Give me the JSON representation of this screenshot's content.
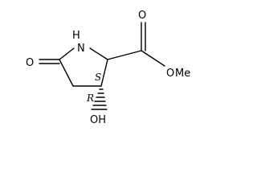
{
  "molecule": {
    "atoms": {
      "oxygen_ketone": "O",
      "nitrogen_amine": "N",
      "hydrogen_amine": "H",
      "oxygen_carbonyl": "O",
      "oxygen_ester": "O",
      "methyl": "Me",
      "hydroxyl": "OH"
    },
    "stereocenters": {
      "c2": "S",
      "c3": "R"
    },
    "colors": {
      "bond": "#000000",
      "text": "#000000",
      "background": "#ffffff"
    }
  }
}
